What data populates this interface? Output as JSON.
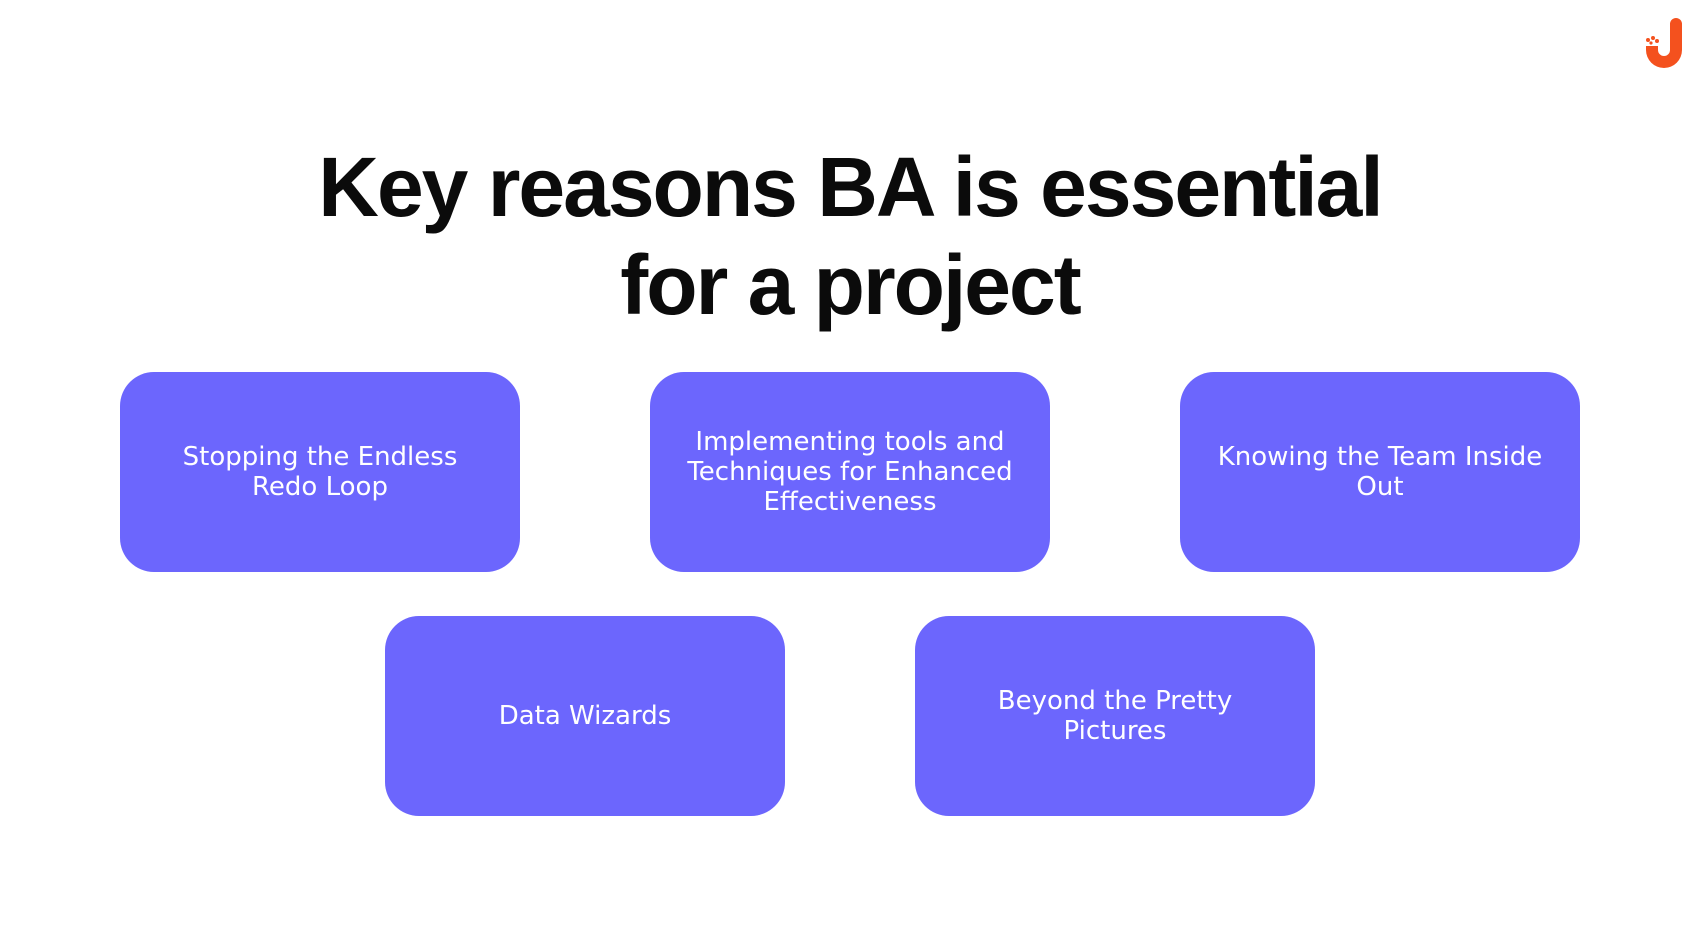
{
  "title": {
    "line1": "Key reasons BA is essential",
    "line2": "for a project"
  },
  "cards": [
    {
      "label": "Stopping the Endless Redo Loop"
    },
    {
      "label": "Implementing tools and Techniques for Enhanced Effectiveness"
    },
    {
      "label": "Knowing the Team Inside Out"
    },
    {
      "label": "Data Wizards"
    },
    {
      "label": "Beyond the Pretty Pictures"
    }
  ],
  "colors": {
    "card": "#6c66fd",
    "logo": "#f4511e"
  }
}
